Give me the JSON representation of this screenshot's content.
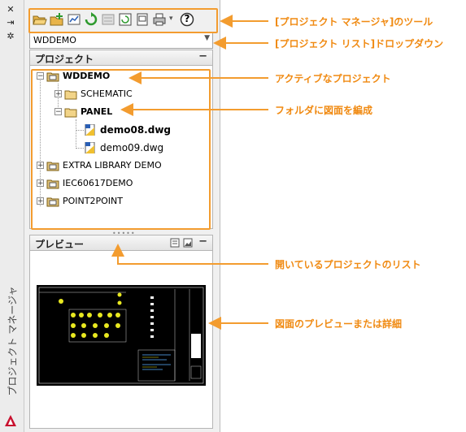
{
  "window": {
    "vertical_title": "プロジェクト マネージャ",
    "close_symbol": "✕",
    "dock_symbol": "⇥",
    "settings_symbol": "✲"
  },
  "toolbar": {
    "buttons": [
      "open-project-icon",
      "new-project-icon",
      "project-properties-icon",
      "refresh-icon",
      "update-icon",
      "task-list-icon",
      "reports-icon",
      "publish-icon",
      "help-icon"
    ],
    "more_symbol": "▾",
    "help_label": "?"
  },
  "project_list": {
    "selected": "WDDEMO"
  },
  "project_section": {
    "title": "プロジェクト",
    "minimize": "−"
  },
  "tree": {
    "items": [
      {
        "label": "WDDEMO",
        "bold": true,
        "type": "project",
        "expander": "−"
      },
      {
        "label": "SCHEMATIC",
        "bold": false,
        "type": "folder",
        "expander": "+"
      },
      {
        "label": "PANEL",
        "bold": true,
        "type": "folder",
        "expander": "−"
      },
      {
        "label": "demo08.dwg",
        "bold": true,
        "type": "drawing"
      },
      {
        "label": "demo09.dwg",
        "bold": false,
        "type": "drawing"
      },
      {
        "label": "EXTRA LIBRARY DEMO",
        "bold": false,
        "type": "project",
        "expander": "+"
      },
      {
        "label": "IEC60617DEMO",
        "bold": false,
        "type": "project",
        "expander": "+"
      },
      {
        "label": "POINT2POINT",
        "bold": false,
        "type": "project",
        "expander": "+"
      }
    ]
  },
  "splitter": "•••••",
  "preview_section": {
    "title": "プレビュー",
    "minimize": "−"
  },
  "callouts": [
    "[プロジェクト マネージャ]のツール",
    "[プロジェクト リスト]ドロップダウン",
    "アクティブなプロジェクト",
    "フォルダに図面を編成",
    "開いているプロジェクトのリスト",
    "図面のプレビューまたは詳細"
  ],
  "colors": {
    "highlight": "#f39c2f",
    "callout_text": "#f08a12"
  }
}
